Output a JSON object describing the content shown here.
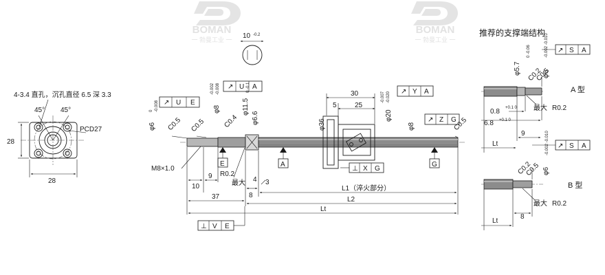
{
  "watermark": {
    "brand": "BOMAN",
    "subtitle": "一 勃曼工业 一"
  },
  "colors": {
    "ink": "#1a1a1a",
    "shaft": "#8c8c8c",
    "shaft_light": "#cfcfcf",
    "watermark": "#e4e4e4"
  },
  "flange_view": {
    "hole_note": "4-3.4 直孔，沉孔直径 6.5 深 3.3",
    "angle_a": "45°",
    "angle_b": "45°",
    "pcd": "PCD27",
    "width": "28",
    "height": "28"
  },
  "fcf": {
    "u_e": [
      "U",
      "E"
    ],
    "u_a": [
      "U",
      "A"
    ],
    "y_a": [
      "Y",
      "A"
    ],
    "z_g": [
      "Z",
      "G"
    ],
    "x_g": [
      "X",
      "G"
    ],
    "v_e": [
      "V",
      "E"
    ],
    "s_a_top": [
      "S",
      "A"
    ],
    "s_a_bottom": [
      "S",
      "A"
    ]
  },
  "datums": {
    "e": "E",
    "a": "A",
    "g": "G"
  },
  "main": {
    "d6_left": "φ6",
    "d6_left_tol_top": "0",
    "d6_left_tol_bot": "-0.008",
    "d8_left": "φ8",
    "d8_left_tol_top": "-0.002",
    "d8_left_tol_bot": "-0.008",
    "d11_5": "φ11.5",
    "d11_5_tol": "0 -0.1",
    "d6_6": "φ6.6",
    "c05_a": "C0.5",
    "c05_b": "C0.5",
    "c04": "C0.4",
    "c05_right": "C0.5",
    "dim_10_02": "10",
    "dim_10_02_tol": "-0.2",
    "thread": "M8×1.0",
    "r02": "R0.2",
    "max": "最大",
    "d36": "φ36",
    "d20": "φ20",
    "d20_tol_top": "-0.007",
    "d20_tol_bot": "-0.020",
    "d8_right": "φ8",
    "dim_30": "30",
    "dim_25": "25",
    "dim_5": "5",
    "dim_10": "10",
    "dim_9": "9",
    "dim_8": "8",
    "dim_4": "4",
    "dim_3": "3",
    "dim_37": "37",
    "l1_label": "L1（淬火部分）",
    "l2_label": "L2",
    "lt_label": "Lt"
  },
  "support": {
    "title": "推荐的支撑端结构",
    "a_label": "A 型",
    "b_label": "B 型",
    "a": {
      "d5_7": "φ5.7",
      "d5_7_tol": "0 -0.06",
      "d6": "φ6",
      "d6_tol": "-0.002 -0.010",
      "c02": "C0.2",
      "c05": "C0.5",
      "dim_0_8": "0.8",
      "dim_0_8_tol": "+0.1 0",
      "dim_6_8": "6.8",
      "dim_6_8_tol": "+0.1 0",
      "max": "最大",
      "r02": "R0.2",
      "dim_9": "9",
      "lt": "Lt"
    },
    "b": {
      "c02": "C0.2",
      "c05": "C0.5",
      "d6": "φ6",
      "d6_tol": "-0.002 -0.010",
      "max": "最大",
      "r02": "R0.2",
      "dim_8": "8",
      "lt": "Lt"
    }
  }
}
